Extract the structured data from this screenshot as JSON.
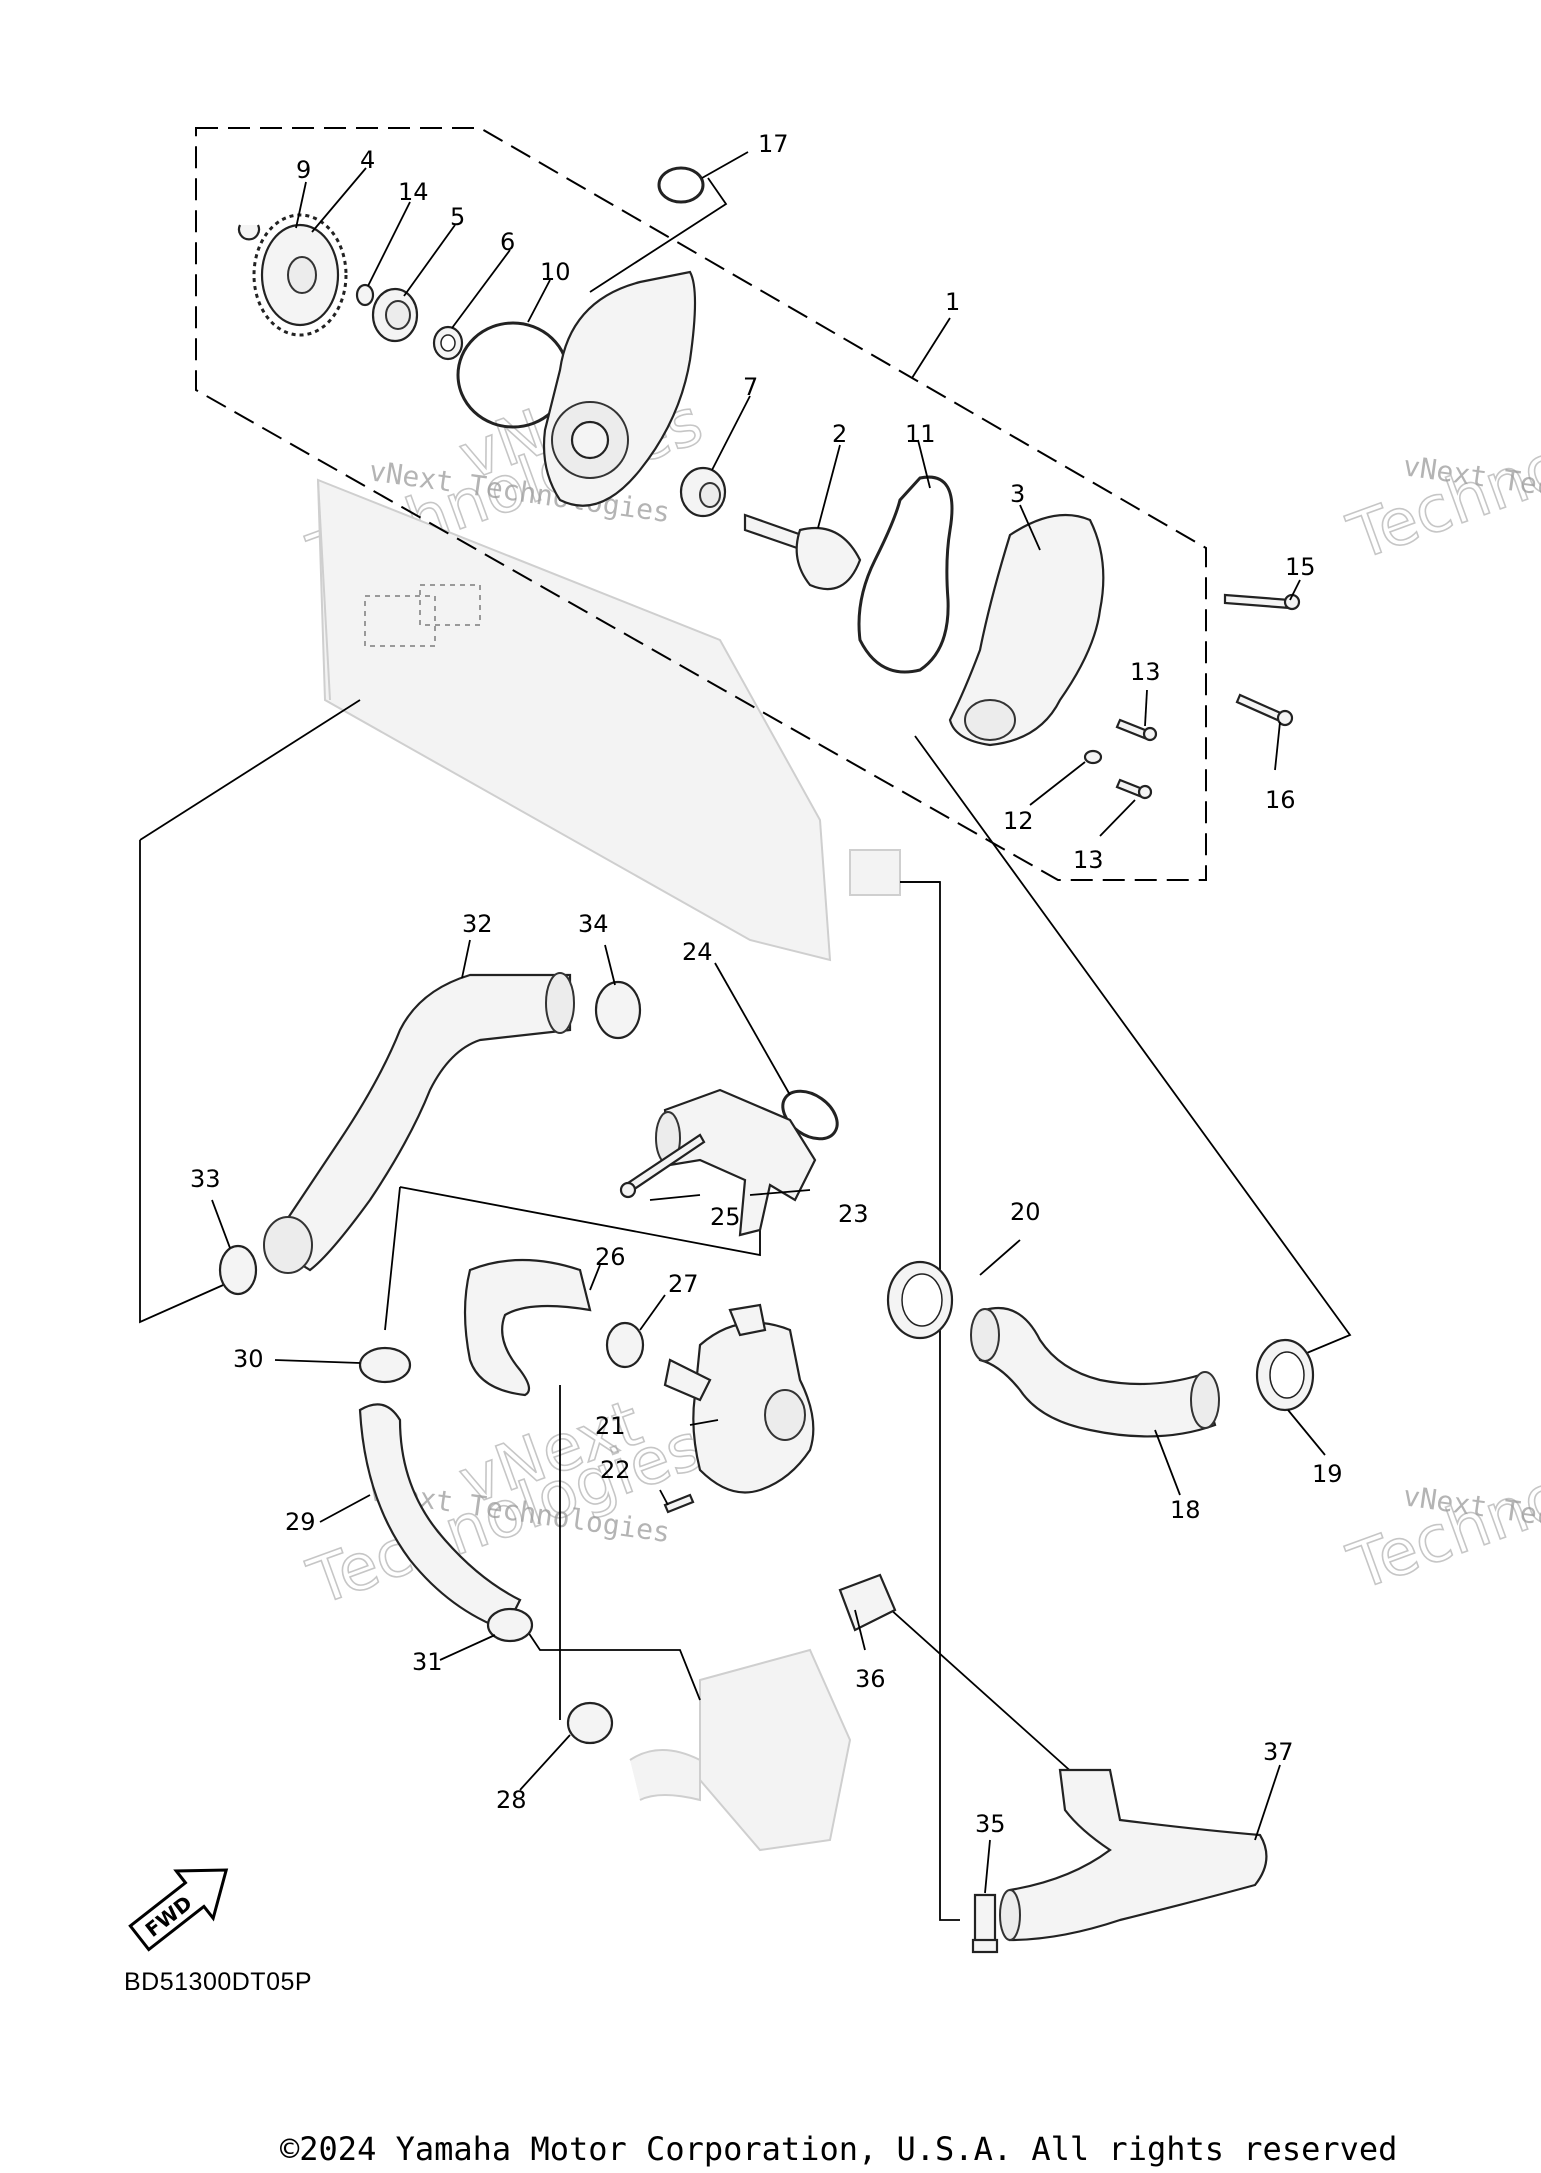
{
  "diagram": {
    "reference_code": "BD51300DT05P",
    "copyright": "©2024 Yamaha Motor Corporation, U.S.A. All rights reserved",
    "fwd_label": "FWD",
    "watermark": {
      "line1": "vNext Technologies",
      "line2": "vNext",
      "line3": "Technologies",
      "partial_line1": "vNext Tec",
      "partial_line3": "Techno"
    },
    "callouts": [
      "1",
      "2",
      "3",
      "4",
      "5",
      "6",
      "7",
      "9",
      "10",
      "11",
      "12",
      "13",
      "13",
      "14",
      "15",
      "16",
      "17",
      "18",
      "19",
      "20",
      "21",
      "22",
      "23",
      "24",
      "25",
      "26",
      "27",
      "28",
      "29",
      "30",
      "31",
      "32",
      "33",
      "34",
      "35",
      "36",
      "37"
    ]
  }
}
